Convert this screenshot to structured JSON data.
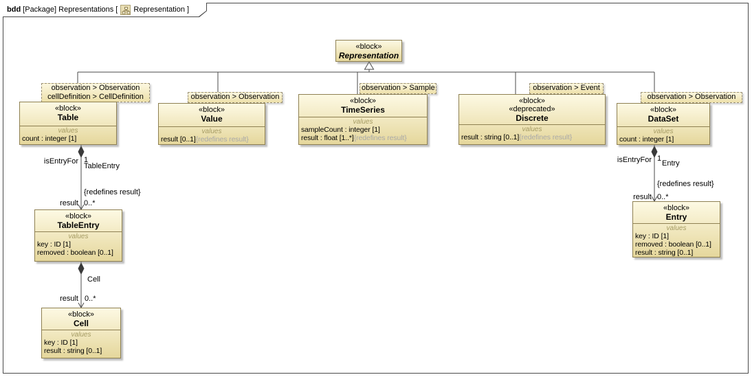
{
  "header": {
    "kind": "bdd",
    "context": "[Package] Representations [",
    "icon": "class-diagram-icon",
    "diagram_name": "Representation",
    "close_bracket": "]"
  },
  "blocks": {
    "representation": {
      "stereotype": "«block»",
      "name": "Representation"
    },
    "table": {
      "tags": [
        "observation > Observation",
        "cellDefinition > CellDefinition"
      ],
      "stereotype": "«block»",
      "name": "Table",
      "compartment": "values",
      "values": [
        {
          "text": "count : integer [1]"
        }
      ]
    },
    "value": {
      "tags": [
        "observation > Observation"
      ],
      "stereotype": "«block»",
      "name": "Value",
      "compartment": "values",
      "values": [
        {
          "text": "result [0..1]",
          "gray": "{redefines result}"
        }
      ]
    },
    "timeseries": {
      "tags": [
        "observation > Sample"
      ],
      "stereotype": "«block»",
      "name": "TimeSeries",
      "compartment": "values",
      "values": [
        {
          "text": "sampleCount : integer [1]"
        },
        {
          "text": "result : float [1..*]",
          "gray": "{redefines result}"
        }
      ]
    },
    "discrete": {
      "tags": [
        "observation > Event"
      ],
      "stereotypes": [
        "«block»",
        "«deprecated»"
      ],
      "name": "Discrete",
      "compartment": "values",
      "values": [
        {
          "text": "result : string [0..1]",
          "gray": "{redefines result}"
        }
      ]
    },
    "dataset": {
      "tags": [
        "observation > Observation"
      ],
      "stereotype": "«block»",
      "name": "DataSet",
      "compartment": "values",
      "values": [
        {
          "text": "count : integer [1]"
        }
      ]
    },
    "tableentry": {
      "stereotype": "«block»",
      "name": "TableEntry",
      "compartment": "values",
      "values": [
        {
          "text": "key : ID [1]"
        },
        {
          "text": "removed : boolean [0..1]"
        }
      ]
    },
    "entry": {
      "stereotype": "«block»",
      "name": "Entry",
      "compartment": "values",
      "values": [
        {
          "text": "key : ID [1]"
        },
        {
          "text": "removed : boolean [0..1]"
        },
        {
          "text": "result : string [0..1]"
        }
      ]
    },
    "cell": {
      "stereotype": "«block»",
      "name": "Cell",
      "compartment": "values",
      "values": [
        {
          "text": "key : ID [1]"
        },
        {
          "text": "result : string [0..1]"
        }
      ]
    }
  },
  "associations": {
    "table_tableentry": {
      "role_source": "isEntryFor",
      "mult_source": "1",
      "name": "TableEntry",
      "constraint": "{redefines result}",
      "role_target": "result",
      "mult_target": "0..*"
    },
    "tableentry_cell": {
      "name": "Cell",
      "role_target": "result",
      "mult_target": "0..*"
    },
    "dataset_entry": {
      "role_source": "isEntryFor",
      "mult_source": "1",
      "name": "Entry",
      "constraint": "{redefines result}",
      "role_target": "result",
      "mult_target": "0..*"
    }
  },
  "colors": {
    "block_fill_top": "#fdf9e3",
    "block_fill_bottom": "#e5d79c",
    "block_border": "#8e8052",
    "edge_line": "#4a4a4a",
    "gray_text": "#a9a9a9",
    "values_title": "#a59b63"
  }
}
